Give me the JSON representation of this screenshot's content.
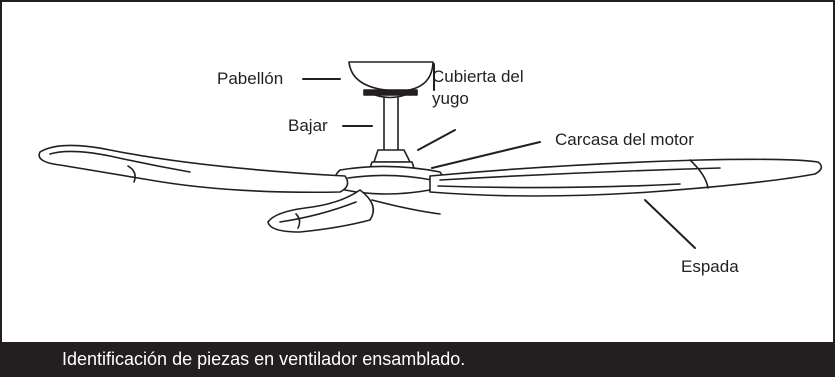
{
  "labels": {
    "canopy": "Pabellón",
    "yoke_cover_line1": "Cubierta del",
    "yoke_cover_line2": "yugo",
    "downrod": "Bajar",
    "motor_housing": "Carcasa del motor",
    "blade": "Espada"
  },
  "caption": "Identificación de piezas en ventilador ensamblado.",
  "colors": {
    "line": "#231f20",
    "caption_bg": "#231f20",
    "caption_text": "#ffffff",
    "background": "#ffffff"
  }
}
